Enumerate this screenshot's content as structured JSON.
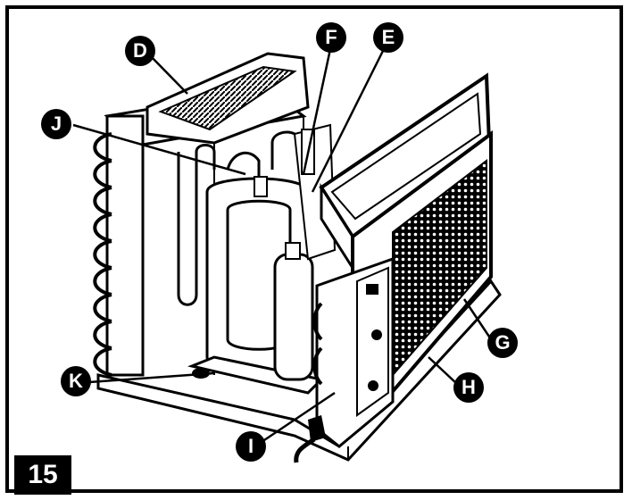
{
  "figure_number": "15",
  "callouts": {
    "D": "D",
    "F": "F",
    "E": "E",
    "J": "J",
    "K": "K",
    "G": "G",
    "H": "H",
    "I": "I"
  },
  "colors": {
    "ink": "#000000",
    "paper": "#ffffff",
    "shade": "#2a2a2a"
  }
}
